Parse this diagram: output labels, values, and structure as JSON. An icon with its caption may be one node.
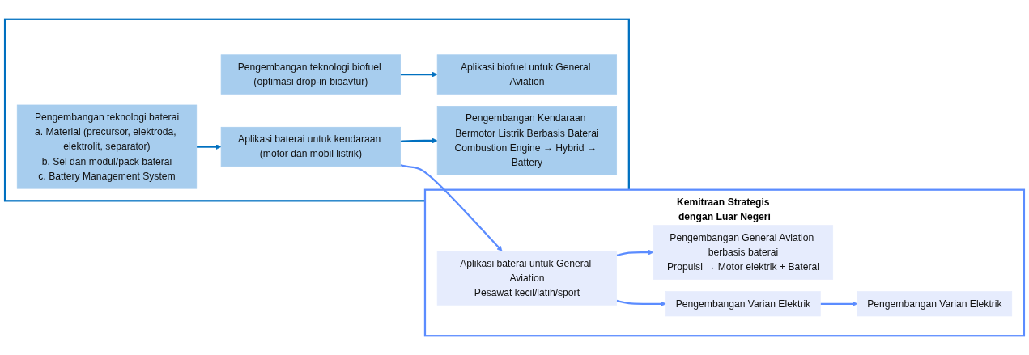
{
  "diagram": {
    "nodes": [
      {
        "text": [],
        "shape": "box"
      },
      {
        "text": [
          "Pengembangan teknologi biofuel (optimasi drop-in bioavtur)"
        ],
        "in": 0
      },
      {
        "text": [
          "Pengembangan teknologi baterai",
          "a. Material (precursor, elektroda, elektrolit, separator)",
          "b. Sel dan modul/pack baterai",
          "c. Battery Management System"
        ],
        "in": 0
      },
      {
        "text": [
          "Aplikasi biofuel untuk General Aviation"
        ],
        "in": 0
      },
      {
        "text": [
          "Aplikasi baterai untuk kendaraan (motor dan mobil listrik)"
        ],
        "in": 0
      },
      {
        "text": [
          "Pengembangan Kendaraan Bermotor Listrik Berbasis Baterai",
          "Combustion Engine → Hybrid → Battery"
        ],
        "in": 0
      },
      {
        "text": [
          "Kemitraan Strategis dengan Luar Negeri"
        ]
      },
      {
        "text": [
          "Aplikasi baterai untuk General Aviation",
          "Pesawat kecil/latih/sport"
        ],
        "in": 6
      },
      {
        "text": [
          "Pengembangan General Aviation berbasis baterai",
          "Propulsi → Motor elektrik + Baterai"
        ],
        "in": 6
      },
      {
        "text": [
          "Pengembangan Varian Elektrik"
        ],
        "in": 6
      },
      {
        "text": [
          "Pengembangan Varian Elektrik"
        ],
        "in": 6
      }
    ],
    "edges": [
      {
        "from": 1,
        "to": 3,
        "arrow": "to",
        "color": "#0070c0"
      },
      {
        "from": 2,
        "to": 4,
        "arrow": "to",
        "color": "#0070c0"
      },
      {
        "from": 4,
        "to": 5,
        "arrow": "to",
        "color": "#0070c0"
      },
      {
        "from": 4,
        "to": 7,
        "arrow": "to"
      },
      {
        "from": 7,
        "to": 8,
        "arrow": "to"
      },
      {
        "from": 7,
        "to": 9,
        "arrow": "to"
      },
      {
        "from": 9,
        "to": 10,
        "arrow": "to"
      }
    ]
  }
}
